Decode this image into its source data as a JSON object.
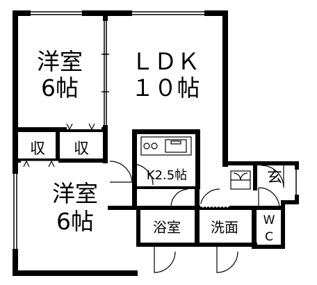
{
  "rooms": {
    "western_room_top": {
      "line1": "洋室",
      "line2": "6帖"
    },
    "ldk": {
      "line1": "ＬＤＫ",
      "line2": "１０帖"
    },
    "closet_left": "収",
    "closet_right": "収",
    "kitchen": "K2.5帖",
    "entrance": "玄",
    "western_room_bottom": {
      "line1": "洋室",
      "line2": "6帖"
    },
    "bathroom": "浴室",
    "washroom": "洗面",
    "wc": {
      "line1": "W",
      "line2": "C"
    }
  },
  "colors": {
    "wall": "#000000",
    "background": "#ffffff"
  }
}
